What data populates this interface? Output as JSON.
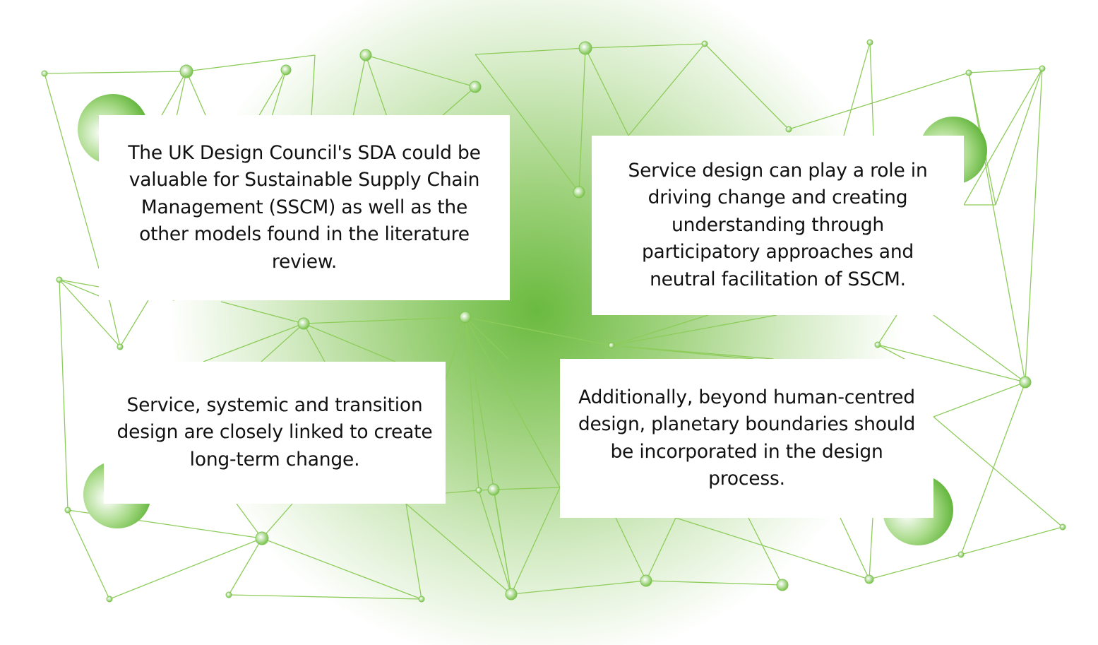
{
  "colors": {
    "accent": "#6aba3f",
    "line": "#8dcc5a",
    "sphere": "#62b83a"
  },
  "boxes": [
    {
      "text": "The UK Design Council's SDA could be valuable for Sustainable Supply Chain Management (SSCM) as well as the other models found in the literature review."
    },
    {
      "text": "Service design can play a role in driving change and creating understanding through participatory approaches and neutral facilitation of SSCM."
    },
    {
      "text": "Service, systemic and transition design are closely linked to create long-term change."
    },
    {
      "text": "Additionally, beyond human-centred design, planetary boundaries should be incorporated in the design process."
    }
  ]
}
